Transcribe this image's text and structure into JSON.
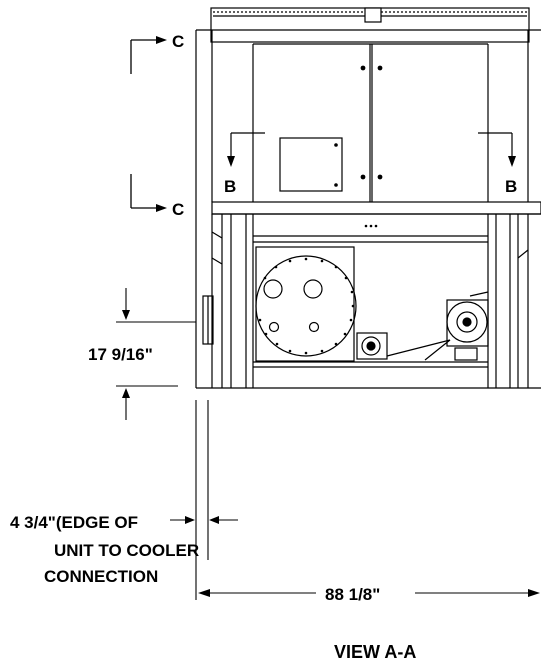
{
  "section_markers": {
    "c_upper": "C",
    "c_lower": "C",
    "b_left": "B",
    "b_right": "B"
  },
  "dimensions": {
    "height": "17 9/16\"",
    "offset_line1": "4 3/4\"(EDGE OF",
    "offset_line2": "UNIT TO COOLER",
    "offset_line3": "CONNECTION",
    "width": "88 1/8\""
  },
  "view_title": "VIEW A-A"
}
